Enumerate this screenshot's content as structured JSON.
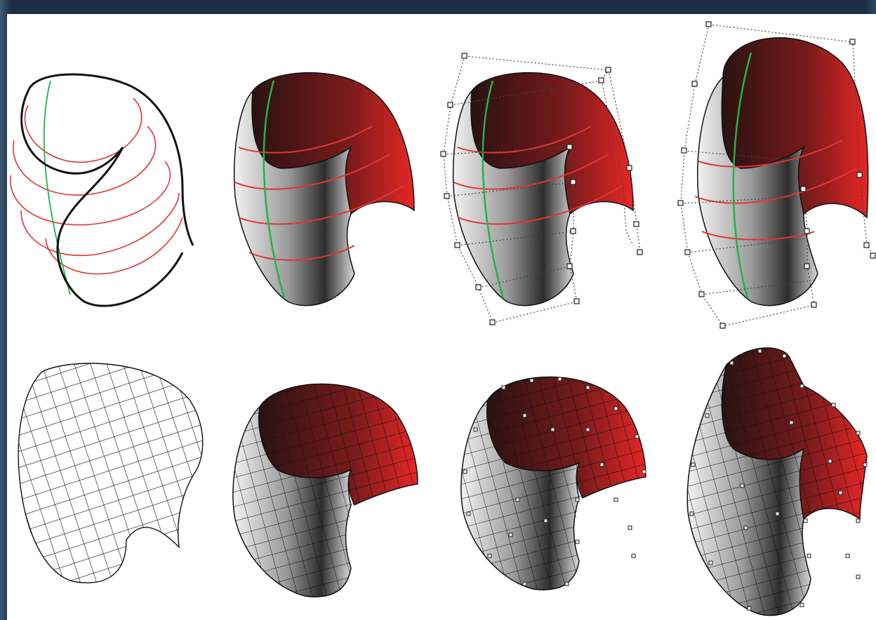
{
  "figure": {
    "rows": 2,
    "columns": 4,
    "panels": [
      {
        "row": 1,
        "col": 1,
        "style": "wireframe-curves"
      },
      {
        "row": 1,
        "col": 2,
        "style": "smooth-shaded"
      },
      {
        "row": 1,
        "col": 3,
        "style": "smooth-shaded-control-lattice"
      },
      {
        "row": 1,
        "col": 4,
        "style": "smooth-shaded-deformed-lattice"
      },
      {
        "row": 2,
        "col": 1,
        "style": "quad-mesh-wireframe"
      },
      {
        "row": 2,
        "col": 2,
        "style": "flat-shaded-quad-mesh"
      },
      {
        "row": 2,
        "col": 3,
        "style": "flat-shaded-mesh-control-points"
      },
      {
        "row": 2,
        "col": 4,
        "style": "flat-shaded-deformed-mesh-control-points"
      }
    ]
  },
  "colors": {
    "frame": "#1f3347",
    "background": "#ffffff",
    "outline": "#111111",
    "section_curve": "#e23434",
    "spine_curve": "#22b34a",
    "inner_surface_dark": "#2a1212",
    "inner_surface_red": "#e82626",
    "outer_surface_light": "#f2f2f2",
    "outer_surface_dark": "#2c2c2c",
    "lattice": "#444444"
  },
  "icons": [
    "control-point-icon"
  ]
}
